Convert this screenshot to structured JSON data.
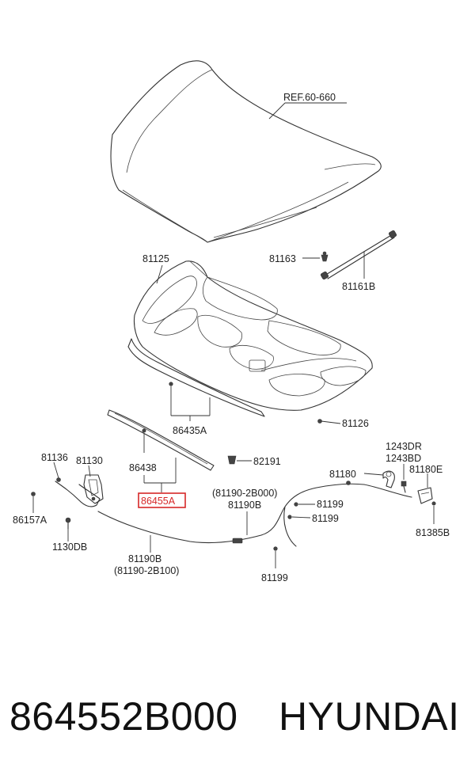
{
  "callouts": {
    "ref": "REF.60-660",
    "p81125": "81125",
    "p81163": "81163",
    "p81161B": "81161B",
    "p81126": "81126",
    "p86435A": "86435A",
    "p86438": "86438",
    "p86455A": "86455A",
    "p82191": "82191",
    "p81136": "81136",
    "p81130": "81130",
    "p86157A": "86157A",
    "p1130DB": "1130DB",
    "p81190B_left": "81190B",
    "p81190_2B100": "(81190-2B100)",
    "p81190_2B000": "(81190-2B000)",
    "p81190B_mid": "81190B",
    "p81199_a": "81199",
    "p81199_b": "81199",
    "p81199_c": "81199",
    "p81180": "81180",
    "p1243DR": "1243DR",
    "p1243BD": "1243BD",
    "p81180E": "81180E",
    "p81385B": "81385B"
  },
  "highlight_color": "#d62828",
  "footer": {
    "part_number": "864552B000",
    "brand": "HYUNDAI"
  }
}
